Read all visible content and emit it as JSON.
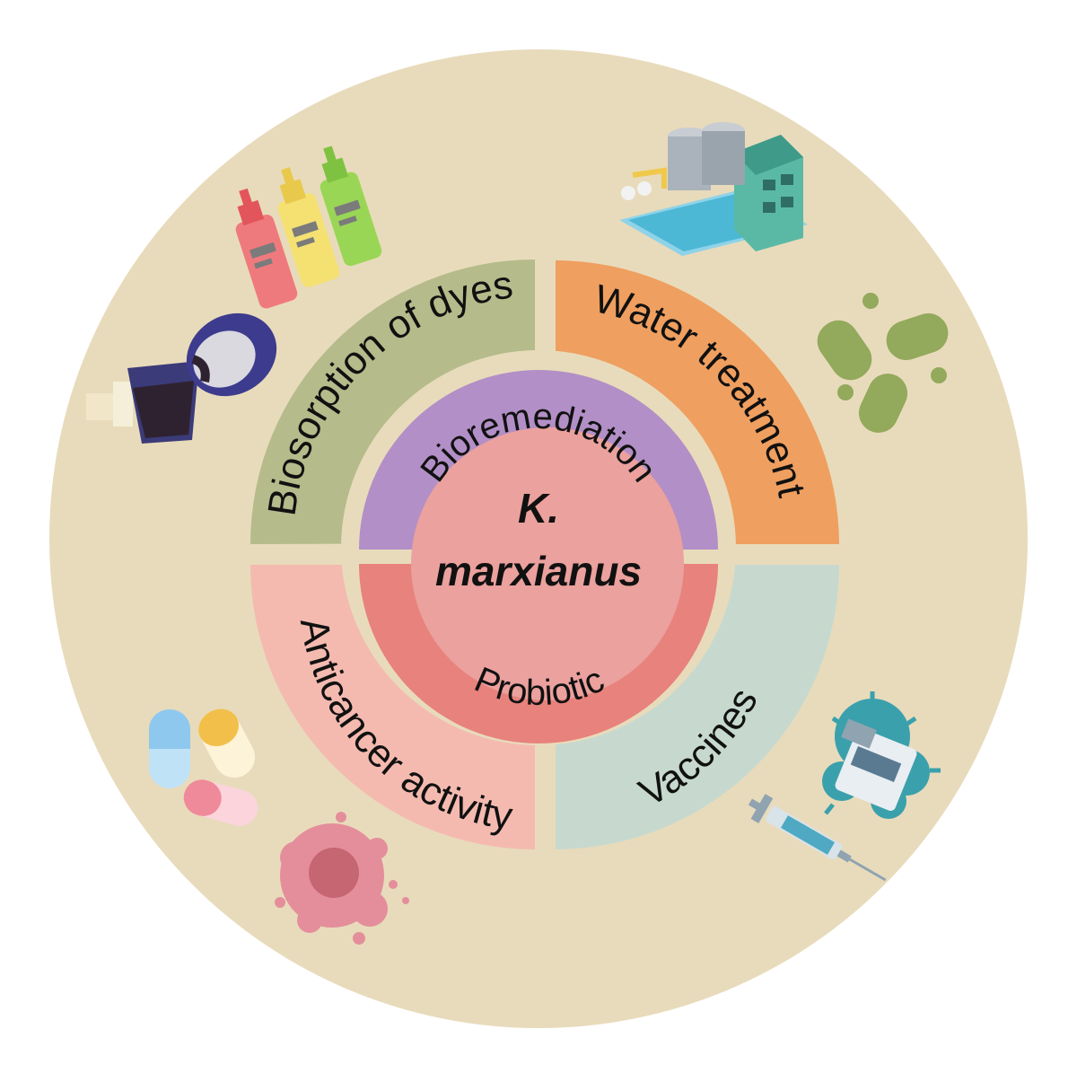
{
  "center": {
    "line1": "K.",
    "line2": "marxianus"
  },
  "inner_ring": {
    "top_label": "Bioremediation",
    "bottom_label": "Probiotic"
  },
  "quadrants": {
    "top_left": "Biosorption of dyes",
    "top_right": "Water treatment",
    "bottom_left": "Anticancer activity",
    "bottom_right": "Vaccines"
  },
  "colors": {
    "outer_disc": "#e8dbbb",
    "quad_top_left": "#b5bb8a",
    "quad_top_right": "#ef9f5f",
    "quad_bottom_left": "#f4bab0",
    "quad_bottom_right": "#c7d9cf",
    "inner_top": "#b28fc6",
    "inner_bottom": "#e8827d",
    "center": "#eba19d"
  },
  "icons": {
    "top_left_upper": "dye-bottles-icon",
    "top_left_lower": "dye-pouring-icon",
    "top_right_upper": "water-treatment-plant-icon",
    "top_right_lower": "bacteria-icon",
    "bottom_left_upper": "pills-icon",
    "bottom_left_lower": "cancer-cell-icon",
    "bottom_right_upper": "vaccine-virus-icon",
    "bottom_right_lower": "syringe-icon"
  }
}
